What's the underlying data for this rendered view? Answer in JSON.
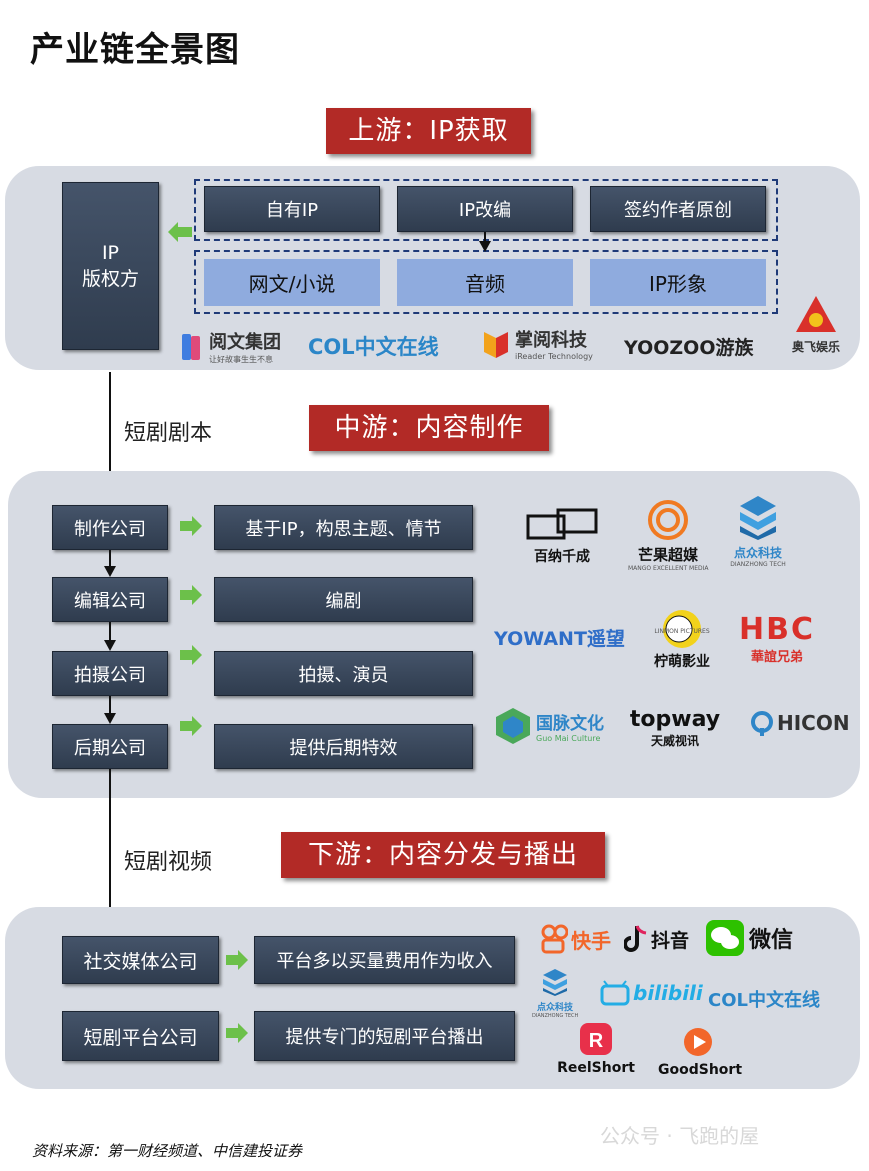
{
  "title": "产业链全景图",
  "upstream": {
    "banner": "上游：IP获取",
    "holder": "IP\n版权方",
    "sources": [
      "自有IP",
      "IP改编",
      "签约作者原创"
    ],
    "types": [
      "网文/小说",
      "音频",
      "IP形象"
    ],
    "logos": [
      {
        "name": "阅文集团",
        "sub": "让好故事生生不息"
      },
      {
        "name": "COL中文在线",
        "sub": ""
      },
      {
        "name": "掌阅科技",
        "sub": "iReader Technology"
      },
      {
        "name": "YOOZOO游族",
        "sub": ""
      },
      {
        "name": "奥飞娱乐",
        "sub": ""
      }
    ]
  },
  "link1": "短剧剧本",
  "midstream": {
    "banner": "中游：内容制作",
    "rows": [
      {
        "company": "制作公司",
        "desc": "基于IP，构思主题、情节"
      },
      {
        "company": "编辑公司",
        "desc": "编剧"
      },
      {
        "company": "拍摄公司",
        "desc": "拍摄、演员"
      },
      {
        "company": "后期公司",
        "desc": "提供后期特效"
      }
    ],
    "logos": [
      {
        "name": "百纳千成",
        "sub": ""
      },
      {
        "name": "芒果超媒",
        "sub": "MANGO EXCELLENT MEDIA"
      },
      {
        "name": "点众科技",
        "sub": "DIANZHONG TECH"
      },
      {
        "name": "YOWANT遥望",
        "sub": ""
      },
      {
        "name": "柠萌影业",
        "sub": "LINMON PICTURES"
      },
      {
        "name": "HBC",
        "sub": "華誼兄弟"
      },
      {
        "name": "国脉文化",
        "sub": "Guo Mai Culture"
      },
      {
        "name": "topway",
        "sub": "天威视讯"
      },
      {
        "name": "HICON",
        "sub": ""
      }
    ]
  },
  "link2": "短剧视频",
  "downstream": {
    "banner": "下游：内容分发与播出",
    "rows": [
      {
        "company": "社交媒体公司",
        "desc": "平台多以买量费用作为收入"
      },
      {
        "company": "短剧平台公司",
        "desc": "提供专门的短剧平台播出"
      }
    ],
    "logos": [
      {
        "name": "快手",
        "sub": ""
      },
      {
        "name": "抖音",
        "sub": ""
      },
      {
        "name": "微信",
        "sub": ""
      },
      {
        "name": "点众科技",
        "sub": "DIANZHONG TECH"
      },
      {
        "name": "bilibili",
        "sub": ""
      },
      {
        "name": "COL中文在线",
        "sub": ""
      },
      {
        "name": "ReelShort",
        "sub": ""
      },
      {
        "name": "GoodShort",
        "sub": ""
      }
    ]
  },
  "source": "资料来源：第一财经频道、中信建投证券",
  "watermark": "公众号 · 飞跑的屋",
  "colors": {
    "banner": "#b22a26",
    "panel": "#d7dbe3",
    "dark_box": "#3a475a",
    "light_box": "#8fabde",
    "green_arrow": "#6cc04a"
  }
}
